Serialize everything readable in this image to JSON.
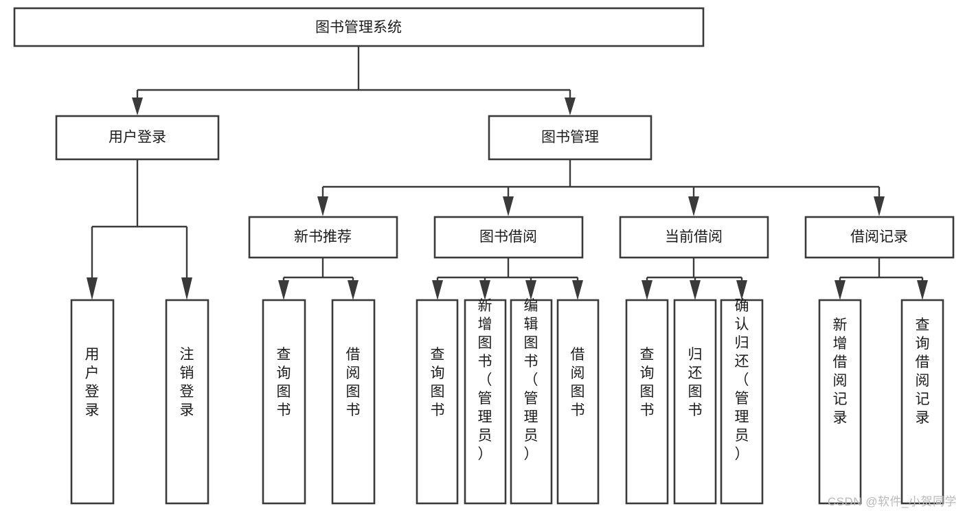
{
  "diagram": {
    "type": "tree",
    "title": "图书管理系统",
    "watermark": "CSDN @软件_小贺同学",
    "colors": {
      "box_stroke": "#3a3a3a",
      "box_fill": "#ffffff",
      "connector": "#3a3a3a",
      "text": "#1c1c1c",
      "background": "#ffffff",
      "watermark": "#b9b9b9"
    },
    "root": {
      "label": "图书管理系统",
      "orientation": "horizontal"
    },
    "level1": [
      {
        "label": "用户登录",
        "orientation": "horizontal"
      },
      {
        "label": "图书管理",
        "orientation": "horizontal"
      }
    ],
    "level2": [
      {
        "label": "新书推荐",
        "orientation": "horizontal",
        "parent": "图书管理"
      },
      {
        "label": "图书借阅",
        "orientation": "horizontal",
        "parent": "图书管理"
      },
      {
        "label": "当前借阅",
        "orientation": "horizontal",
        "parent": "图书管理"
      },
      {
        "label": "借阅记录",
        "orientation": "horizontal",
        "parent": "图书管理"
      }
    ],
    "leaves": {
      "user_login": [
        {
          "label": "用户登录",
          "orientation": "vertical"
        },
        {
          "label": "注销登录",
          "orientation": "vertical"
        }
      ],
      "new_book_recommend": [
        {
          "label": "查询图书",
          "orientation": "vertical"
        },
        {
          "label": "借阅图书",
          "orientation": "vertical"
        }
      ],
      "book_borrow": [
        {
          "label": "查询图书",
          "orientation": "vertical"
        },
        {
          "label": "新增图书（管理员）",
          "orientation": "vertical"
        },
        {
          "label": "编辑图书（管理员）",
          "orientation": "vertical"
        },
        {
          "label": "借阅图书",
          "orientation": "vertical"
        }
      ],
      "current_borrow": [
        {
          "label": "查询图书",
          "orientation": "vertical"
        },
        {
          "label": "归还图书",
          "orientation": "vertical"
        },
        {
          "label": "确认归还（管理员）",
          "orientation": "vertical"
        }
      ],
      "borrow_record": [
        {
          "label": "新增借阅记录",
          "orientation": "vertical"
        },
        {
          "label": "查询借阅记录",
          "orientation": "vertical"
        }
      ]
    }
  }
}
